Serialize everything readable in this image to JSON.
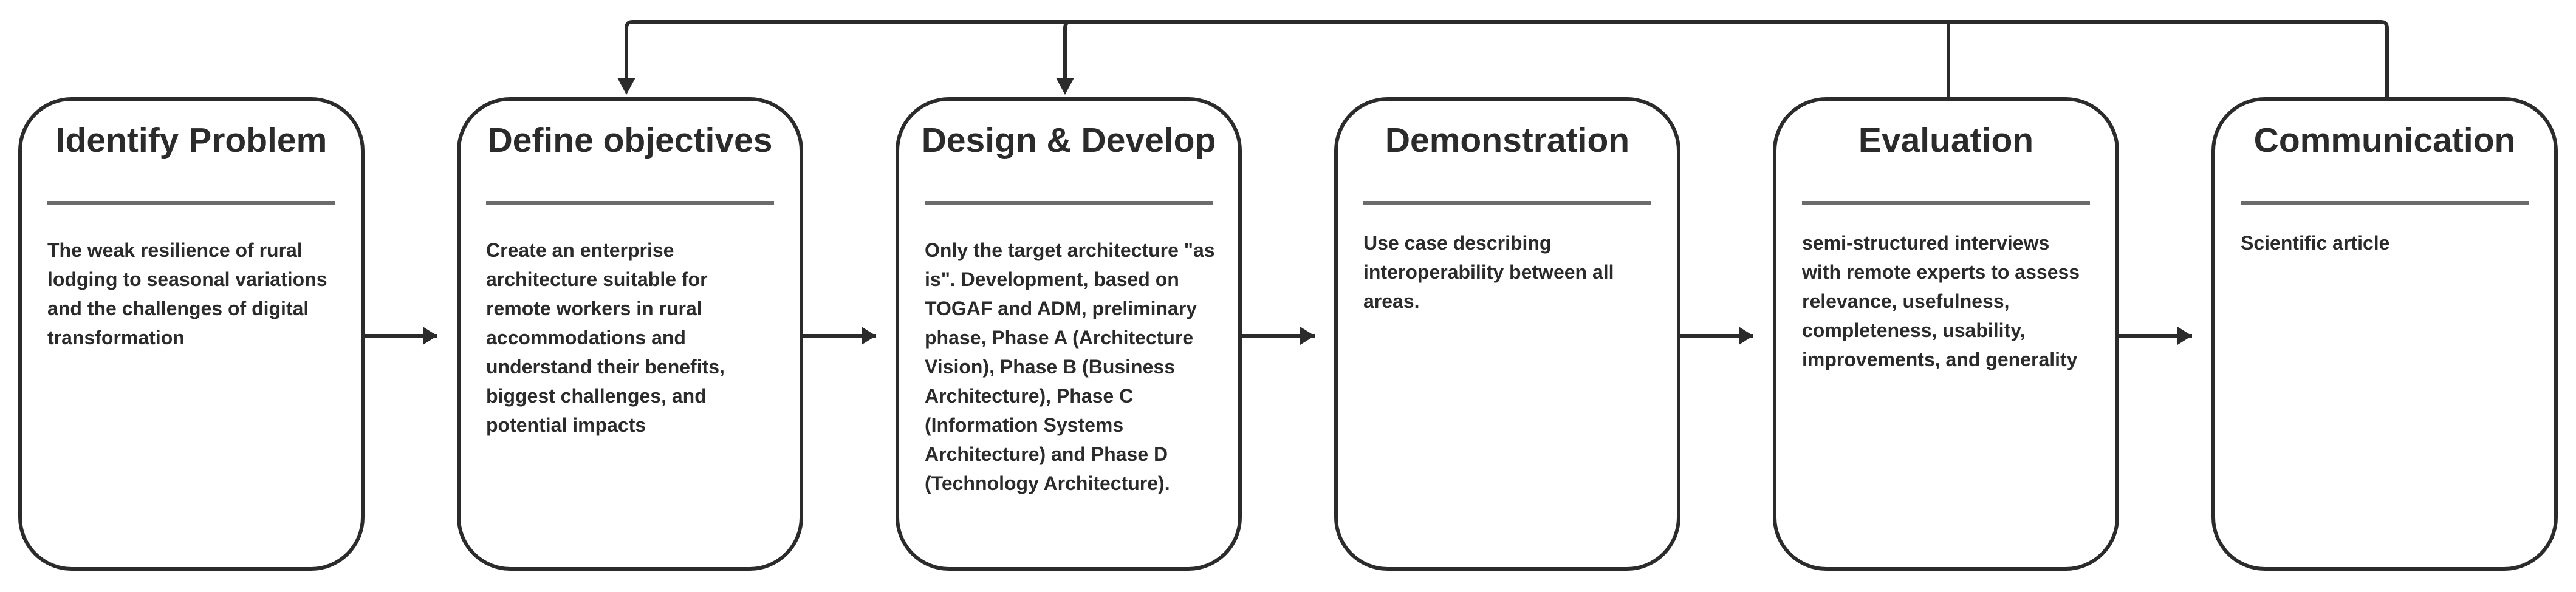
{
  "stages": [
    {
      "title": "Identify Problem",
      "text": "The weak resilience of rural lodging to seasonal variations and the challenges of digital transformation"
    },
    {
      "title": "Define objectives",
      "text": "Create an enterprise architecture suitable for remote workers in rural accommodations and understand their benefits, biggest challenges, and potential impacts"
    },
    {
      "title": "Design & Develop",
      "text": "Only the target architecture \"as is\". Development, based on TOGAF and ADM, preliminary phase, Phase A (Architecture Vision), Phase B (Business Architecture), Phase C (Information Systems Architecture) and Phase D (Technology Architecture)."
    },
    {
      "title": "Demonstration",
      "text": "Use case describing interoperability between all areas."
    },
    {
      "title": "Evaluation",
      "text": "semi-structured interviews with remote experts to assess relevance, usefulness, completeness, usability, improvements, and generality"
    },
    {
      "title": "Communication",
      "text": "Scientific article"
    }
  ],
  "colors": {
    "stroke": "#2b2b2b",
    "divider": "#6b6b6b",
    "background": "#ffffff"
  }
}
